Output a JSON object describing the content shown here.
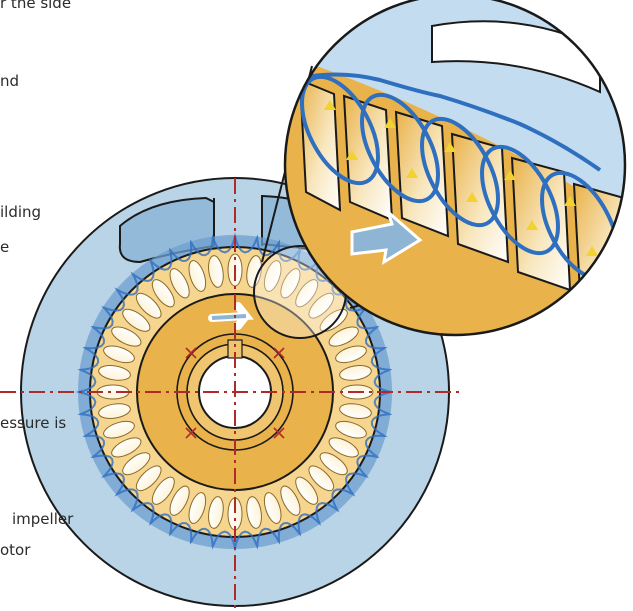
{
  "text_fragments": {
    "line1": "r the side",
    "line2": "nd",
    "line3": "ilding",
    "line4": "e",
    "line5": "essure is",
    "line6": "impeller",
    "line7": "otor"
  },
  "colors": {
    "housing": "#b9d3e7",
    "housing_dark": "#8fb5d4",
    "impeller": "#e9b24a",
    "impeller_light": "#f6d58e",
    "vane_cell": "#fdf8ec",
    "flow_blue": "#2f6fc0",
    "flow_arrow": "#f2d22e",
    "centerline": "#b12a2a",
    "outline": "#1a1a1a"
  },
  "icons": {
    "centerline": "dash-dot-centerline",
    "flow": "helical-flow-path",
    "arrow": "flow-direction-arrow"
  }
}
